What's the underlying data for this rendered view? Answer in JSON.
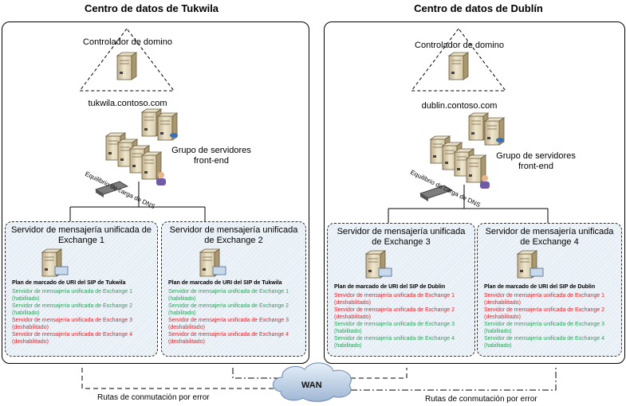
{
  "datacenters": [
    {
      "title": "Centro de datos de Tukwila",
      "domain_controller_label": "Controlador de domino",
      "domain": "tukwila.contoso.com",
      "pool_label_line1": "Grupo de servidores",
      "pool_label_line2": "front-end",
      "dns_label": "Equilibrio de carga de DNS",
      "um_servers": [
        {
          "title_line1": "Servidor de mensajería unificada de",
          "title_line2": "Exchange 1",
          "plan_title": "Plan de marcado de URI del SIP de Tukwila",
          "entries": [
            {
              "name": "Servidor de mensajería unificada de Exchange 1",
              "state": "(habilitado)",
              "enabled": true
            },
            {
              "name": "Servidor de mensajería unificada de Exchange 2",
              "state": "(habilitado)",
              "enabled": true
            },
            {
              "name": "Servidor de mensajería unificada de Exchange 3",
              "state": "(deshabilitado)",
              "enabled": false
            },
            {
              "name": "Servidor de mensajería unificada de Exchange 4",
              "state": "(deshabilitado)",
              "enabled": false
            }
          ]
        },
        {
          "title_line1": "Servidor de mensajería unificada",
          "title_line2": "de Exchange 2",
          "plan_title": "Plan de marcado de URI del SIP de Tukwila",
          "entries": [
            {
              "name": "Servidor de mensajería unificada de Exchange 1",
              "state": "(habilitado)",
              "enabled": true
            },
            {
              "name": "Servidor de mensajería unificada de Exchange 2",
              "state": "(habilitado)",
              "enabled": true
            },
            {
              "name": "Servidor de mensajería unificada de Exchange 3",
              "state": "(deshabilitado)",
              "enabled": false
            },
            {
              "name": "Servidor de mensajería unificada de Exchange 4",
              "state": "(deshabilitado)",
              "enabled": false
            }
          ]
        }
      ]
    },
    {
      "title": "Centro de datos de Dublín",
      "domain_controller_label": "Controlador de domino",
      "domain": "dublin.contoso.com",
      "pool_label_line1": "Grupo de servidores",
      "pool_label_line2": "front-end",
      "dns_label": "Equilibrio de carga de DNS",
      "um_servers": [
        {
          "title_line1": "Servidor de mensajería unificada",
          "title_line2": "de Exchange 3",
          "plan_title": "Plan de marcado de URI del SIP de Dublin",
          "entries": [
            {
              "name": "Servidor de mensajería unificada de Exchange 1",
              "state": "(deshabilitado)",
              "enabled": false
            },
            {
              "name": "Servidor de mensajería unificada de Exchange 2",
              "state": "(deshabilitado)",
              "enabled": false
            },
            {
              "name": "Servidor de mensajería unificada de Exchange 3",
              "state": "(habilitado)",
              "enabled": true
            },
            {
              "name": "Servidor de mensajería unificada de Exchange 4",
              "state": "(habilitado)",
              "enabled": true
            }
          ]
        },
        {
          "title_line1": "Servidor de mensajería unificada",
          "title_line2": "de Exchange 4",
          "plan_title": "Plan de marcado de URI del SIP de Dublin",
          "entries": [
            {
              "name": "Servidor de mensajería unificada de Exchange 1",
              "state": "(deshabilitado)",
              "enabled": false
            },
            {
              "name": "Servidor de mensajería unificada de Exchange 2",
              "state": "(deshabilitado)",
              "enabled": false
            },
            {
              "name": "Servidor de mensajería unificada de Exchange 3",
              "state": "(habilitado)",
              "enabled": true
            },
            {
              "name": "Servidor de mensajería unificada de Exchange 4",
              "state": "(habilitado)",
              "enabled": true
            }
          ]
        }
      ]
    }
  ],
  "wan_label": "WAN",
  "failover_label_left": "Rutas de conmutación por error",
  "failover_label_right": "Rutas de conmutación por error",
  "colors": {
    "enabled": "#2e9f5c",
    "disabled": "#e0242a"
  },
  "icons": [
    "domain-controller-icon",
    "server-icon",
    "load-balancer-icon",
    "user-icon",
    "um-server-icon",
    "cloud-icon"
  ]
}
